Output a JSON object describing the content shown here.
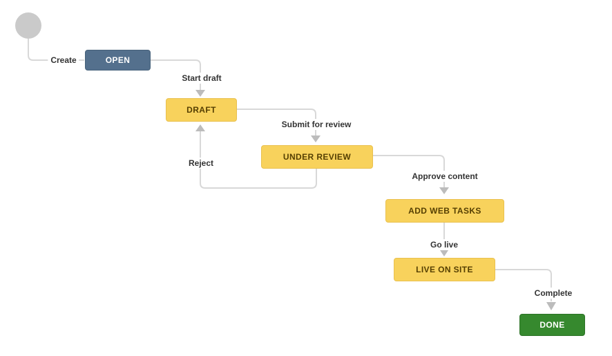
{
  "diagram": {
    "type": "workflow",
    "background": "#ffffff",
    "start_node": {
      "shape": "circle",
      "color": "#cacaca"
    },
    "colors": {
      "status_blue": "#54708d",
      "status_yellow": "#f8d25c",
      "status_green": "#36892e",
      "connector_gray": "#d8d8d8",
      "arrowhead_gray": "#bcbcbc",
      "label_text": "#333333"
    },
    "nodes": [
      {
        "id": "open",
        "label": "OPEN",
        "color": "#54708d",
        "text_color": "#ffffff"
      },
      {
        "id": "draft",
        "label": "DRAFT",
        "color": "#f8d25c",
        "text_color": "#553f02"
      },
      {
        "id": "under-review",
        "label": "UNDER REVIEW",
        "color": "#f8d25c",
        "text_color": "#553f02"
      },
      {
        "id": "add-web-tasks",
        "label": "ADD WEB TASKS",
        "color": "#f8d25c",
        "text_color": "#553f02"
      },
      {
        "id": "live-on-site",
        "label": "LIVE ON SITE",
        "color": "#f8d25c",
        "text_color": "#553f02"
      },
      {
        "id": "done",
        "label": "DONE",
        "color": "#36892e",
        "text_color": "#ffffff"
      }
    ],
    "transitions": [
      {
        "label": "Create",
        "from": "start",
        "to": "open"
      },
      {
        "label": "Start draft",
        "from": "open",
        "to": "draft"
      },
      {
        "label": "Submit for review",
        "from": "draft",
        "to": "under-review"
      },
      {
        "label": "Reject",
        "from": "under-review",
        "to": "draft"
      },
      {
        "label": "Approve content",
        "from": "under-review",
        "to": "add-web-tasks"
      },
      {
        "label": "Go live",
        "from": "add-web-tasks",
        "to": "live-on-site"
      },
      {
        "label": "Complete",
        "from": "live-on-site",
        "to": "done"
      }
    ]
  }
}
